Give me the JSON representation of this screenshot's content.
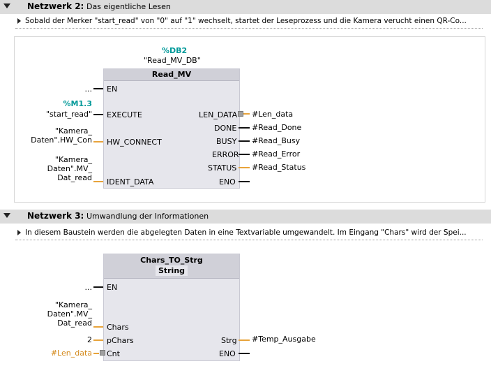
{
  "network2": {
    "number": "Netzwerk 2:",
    "title": "Das eigentliche Lesen",
    "comment": "Sobald der Merker \"start_read\" von \"0\" auf \"1\" wechselt, startet der Leseprozess und die Kamera verucht einen QR-Co...",
    "instance_address": "%DB2",
    "instance_name": "\"Read_MV_DB\"",
    "block_name": "Read_MV",
    "inputs": {
      "en": "EN",
      "execute": "EXECUTE",
      "hw_connect": "HW_CONNECT",
      "ident_data": "IDENT_DATA"
    },
    "outputs": {
      "len_data": "LEN_DATA",
      "done": "DONE",
      "busy": "BUSY",
      "error": "ERROR",
      "status": "STATUS",
      "eno": "ENO"
    },
    "params": {
      "en": "...",
      "execute_address": "%M1.3",
      "execute": "\"start_read\"",
      "hw_connect": "\"Kamera_\nDaten\".HW_Con",
      "ident_data": "\"Kamera_\nDaten\".MV_\nDat_read",
      "len_data": "#Len_data",
      "done": "#Read_Done",
      "busy": "#Read_Busy",
      "error": "#Read_Error",
      "status": "#Read_Status"
    }
  },
  "network3": {
    "number": "Netzwerk 3:",
    "title": "Umwandlung der Informationen",
    "comment": "In diesem Baustein werden die abgelegten Daten in eine Textvariable umgewandelt. Im Eingang \"Chars\" wird der Spei...",
    "block_name": "Chars_TO_Strg",
    "block_type": "String",
    "inputs": {
      "en": "EN",
      "chars": "Chars",
      "pchars": "pChars",
      "cnt": "Cnt"
    },
    "outputs": {
      "strg": "Strg",
      "eno": "ENO"
    },
    "params": {
      "en": "...",
      "chars": "\"Kamera_\nDaten\".MV_\nDat_read",
      "pchars": "2",
      "cnt": "#Len_data",
      "strg": "#Temp_Ausgabe"
    }
  },
  "colors": {
    "orange_wire": "#e8a33a",
    "teal_address": "#009999",
    "header_bg": "#dcdcdc"
  }
}
